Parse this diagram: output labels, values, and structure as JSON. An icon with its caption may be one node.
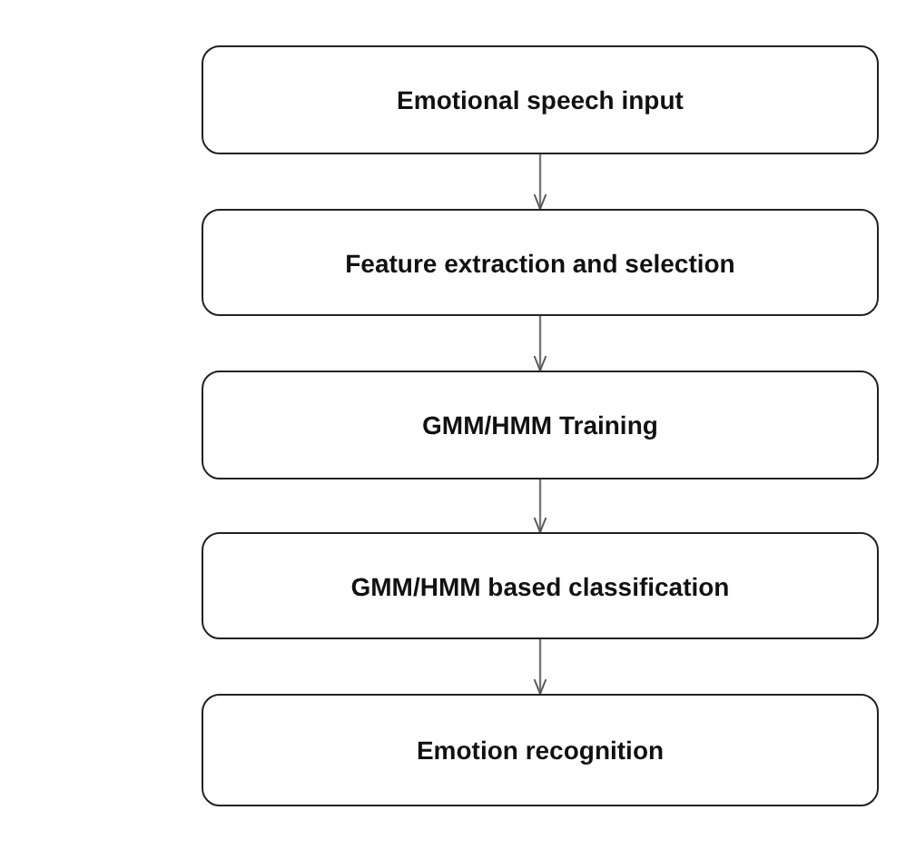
{
  "diagram": {
    "nodes": [
      {
        "text": [
          "Emotional speech input"
        ]
      },
      {
        "text": [
          "Feature extraction and selection"
        ]
      },
      {
        "text": [
          "GMM/HMM Training"
        ]
      },
      {
        "text": [
          "GMM/HMM based classification"
        ]
      },
      {
        "text": [
          "Emotion recognition"
        ]
      }
    ],
    "edges": [
      {
        "from": 0,
        "to": 1,
        "arrow": "to"
      },
      {
        "from": 1,
        "to": 2,
        "arrow": "to"
      },
      {
        "from": 2,
        "to": 3,
        "arrow": "to"
      },
      {
        "from": 3,
        "to": 4,
        "arrow": "to"
      }
    ]
  }
}
